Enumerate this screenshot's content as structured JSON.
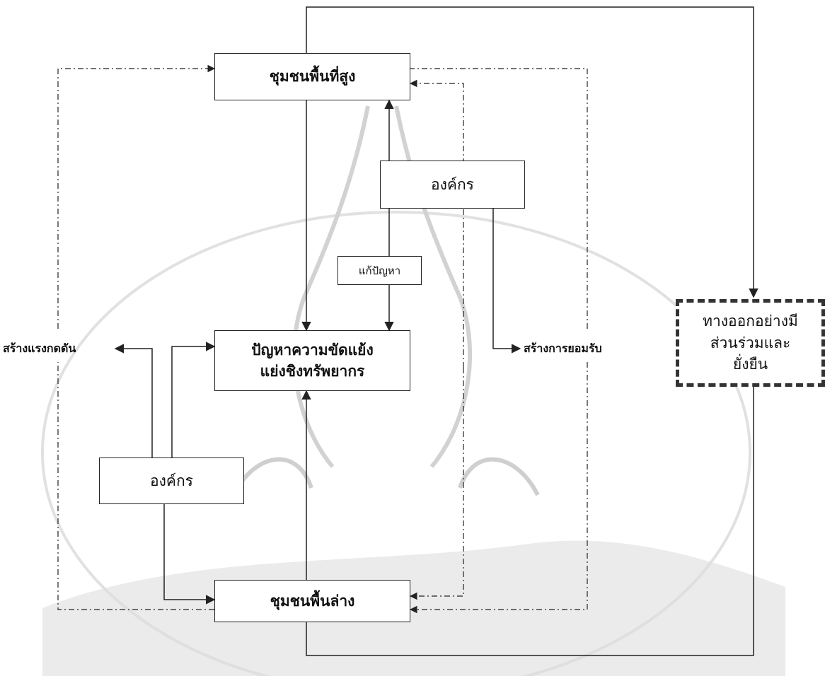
{
  "nodes": {
    "upland": "ชุมชนพื้นที่สูง",
    "org_top": "องค์กร",
    "solve": "แก้ปัญหา",
    "conflict": [
      "ปัญหาความขัดแย้ง",
      "แย่งชิงทรัพยากร"
    ],
    "org_left": "องค์กร",
    "lowland": "ชุมชนพื้นล่าง",
    "outcome": [
      "ทางออกอย่างมี",
      "ส่วนร่วมและ",
      "ยั่งยืน"
    ]
  },
  "labels": {
    "pressure": "สร้างแรงกดดัน",
    "acceptance": "สร้างการยอมรับ"
  }
}
